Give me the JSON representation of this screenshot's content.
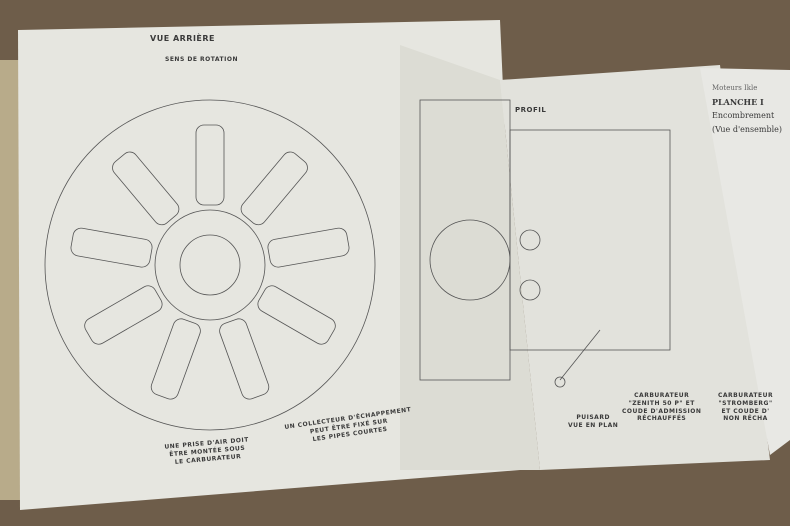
{
  "left_page": {
    "title": "VUE ARRIÈRE",
    "rotation_label": "SENS DE ROTATION",
    "note_air_intake": "UNE PRISE D'AIR DOIT\nÊTRE MONTÉE SOUS\nLE CARBURATEUR",
    "note_exhaust": "UN COLLECTEUR D'ÉCHAPPEMENT\nPEUT ÊTRE FIXÉ SUR\nLES PIPES COURTES"
  },
  "middle_page": {
    "title": "PROFIL",
    "sump_label": "PUISARD\nVUE EN PLAN",
    "carb_label": "CARBURATEUR\n\"ZENITH 50 P\" ET\nCOUDE D'ADMISSION\nRÉCHAUFFÉS"
  },
  "right_page": {
    "header": "Moteurs Ikle",
    "plate": "PLANCHE I",
    "subtitle": "Encombrement",
    "subtitle2": "(Vue d'ensemble)",
    "carb_label": "CARBURATEUR\n\"STROMBERG\"\nET COUDE D'\nNON RÉCHA"
  }
}
